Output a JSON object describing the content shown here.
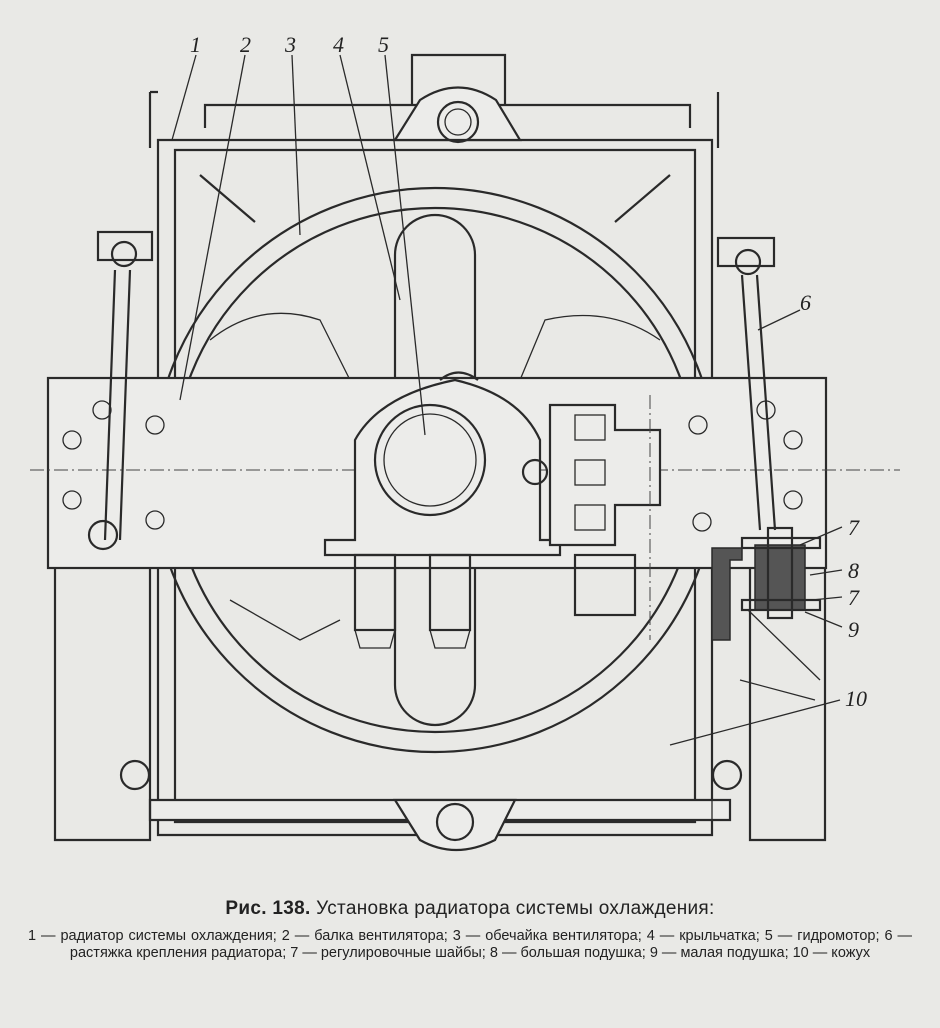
{
  "diagram": {
    "callouts": [
      "1",
      "2",
      "3",
      "4",
      "5",
      "6",
      "7",
      "8",
      "7",
      "9",
      "10"
    ]
  },
  "caption": {
    "prefix": "Рис. 138.",
    "title": "Установка радиатора системы охлаждения:",
    "legend": "1 — радиатор системы охлаждения; 2 — балка вентилятора; 3 — обечайка вентилятора; 4 — крыльчатка; 5 — гидромотор; 6 — растяжка крепления радиатора; 7 — регулировочные шайбы; 8 — большая подушка; 9 — малая подушка; 10 — кожух"
  }
}
